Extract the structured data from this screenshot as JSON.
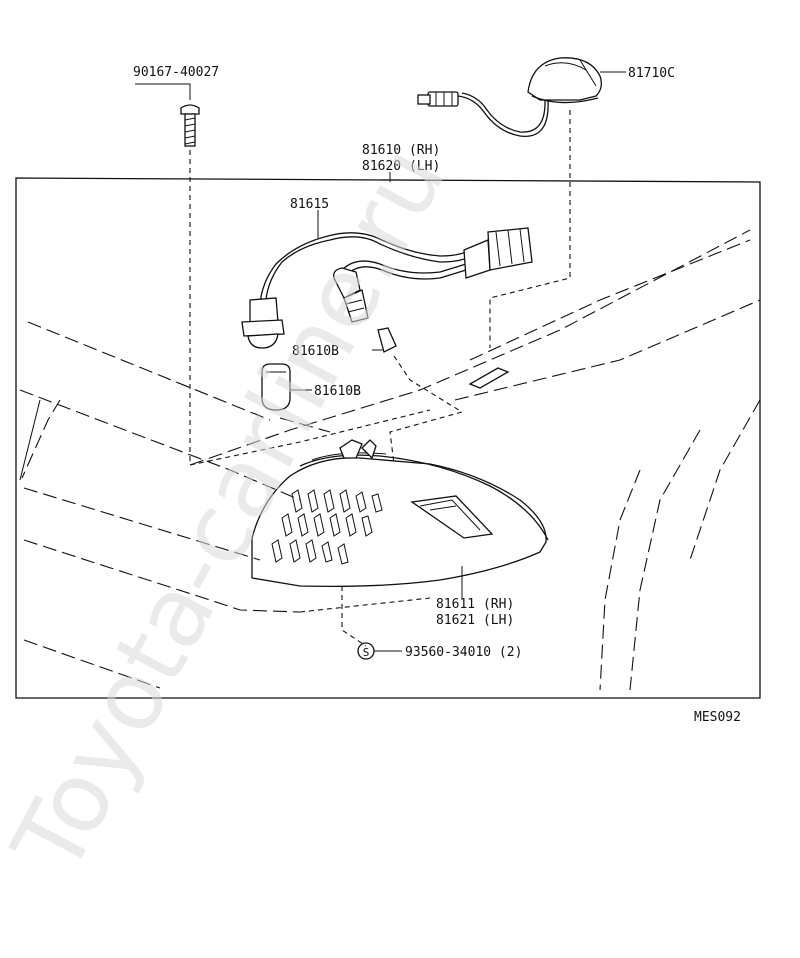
{
  "watermark": "Toyota-carline.ru",
  "diagram_code": "MES092",
  "parts": {
    "screw": "90167-40027",
    "sub_lamp": "81710C",
    "lamp_assy_rh": "81610 (RH)",
    "lamp_assy_lh": "81620 (LH)",
    "socket_wire": "81615",
    "bulb_small": "81610B",
    "bulb_large": "81610B",
    "lens_rh": "81611 (RH)",
    "lens_lh": "81621 (LH)",
    "nut": "93560-34010 (2)",
    "nut_symbol": "S"
  },
  "colors": {
    "line": "#111111",
    "background": "#ffffff",
    "watermark": "#d9d9d9"
  }
}
